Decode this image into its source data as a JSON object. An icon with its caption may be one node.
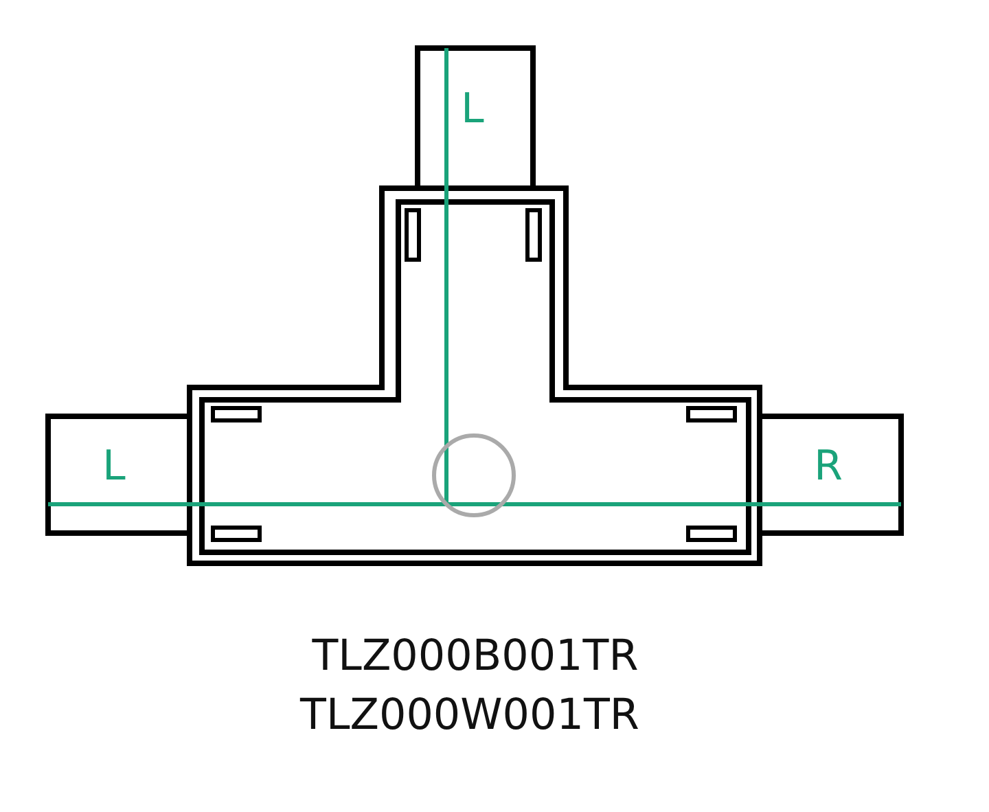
{
  "diagram": {
    "labels": [
      "L",
      "L",
      "R",
      "TLZ000B001TR",
      "TLZ000W001TR"
    ]
  }
}
